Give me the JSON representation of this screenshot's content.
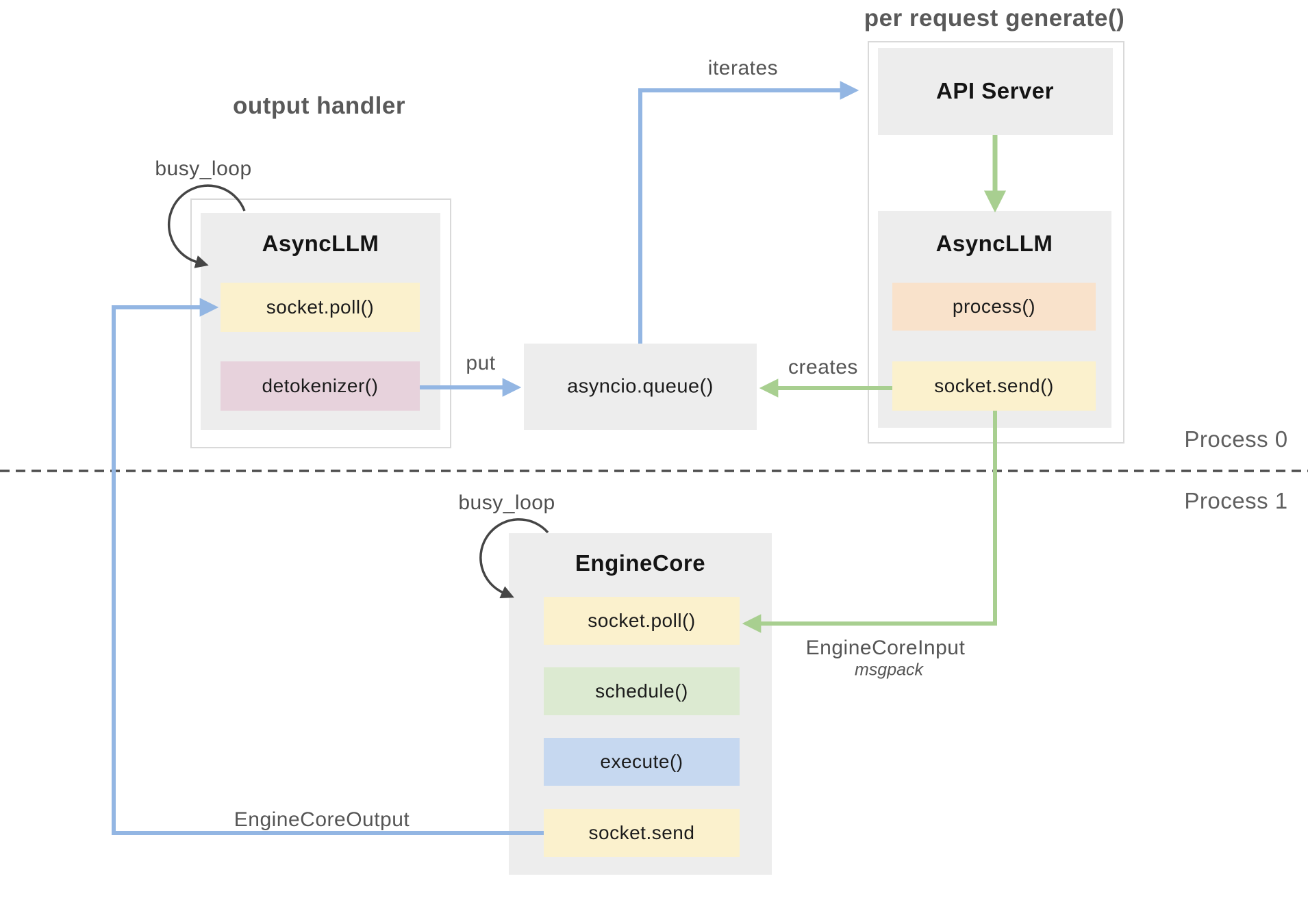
{
  "diagram": {
    "titles": {
      "output_handler": "output handler",
      "per_request_generate": "per request generate()"
    },
    "labels": {
      "busy_loop_top": "busy_loop",
      "busy_loop_bottom": "busy_loop",
      "iterates": "iterates",
      "put": "put",
      "creates": "creates",
      "process0": "Process 0",
      "process1": "Process 1",
      "engine_core_input": "EngineCoreInput",
      "engine_core_input_format": "msgpack",
      "engine_core_output": "EngineCoreOutput"
    },
    "nodes": {
      "async_llm_left": {
        "title": "AsyncLLM",
        "rows": [
          {
            "label": "socket.poll()",
            "color": "#fbf1cd"
          },
          {
            "label": "detokenizer()",
            "color": "#e7d2dc"
          }
        ]
      },
      "api_server": {
        "title": "API Server"
      },
      "async_llm_right": {
        "title": "AsyncLLM",
        "rows": [
          {
            "label": "process()",
            "color": "#f9e2cb"
          },
          {
            "label": "socket.send()",
            "color": "#fbf1cd"
          }
        ]
      },
      "queue": {
        "title": "asyncio.queue()"
      },
      "engine_core": {
        "title": "EngineCore",
        "rows": [
          {
            "label": "socket.poll()",
            "color": "#fbf1cd"
          },
          {
            "label": "schedule()",
            "color": "#dcead1"
          },
          {
            "label": "execute()",
            "color": "#c6d8f0"
          },
          {
            "label": "socket.send",
            "color": "#fbf1cd"
          }
        ]
      }
    },
    "colors": {
      "arrow_blue": "#93b6e3",
      "arrow_green": "#a8cf90",
      "loop_arrow": "#454545",
      "node_bg": "#ededed",
      "outer_border": "#d9d9d9",
      "dashed_line": "#4d4d4d"
    }
  }
}
